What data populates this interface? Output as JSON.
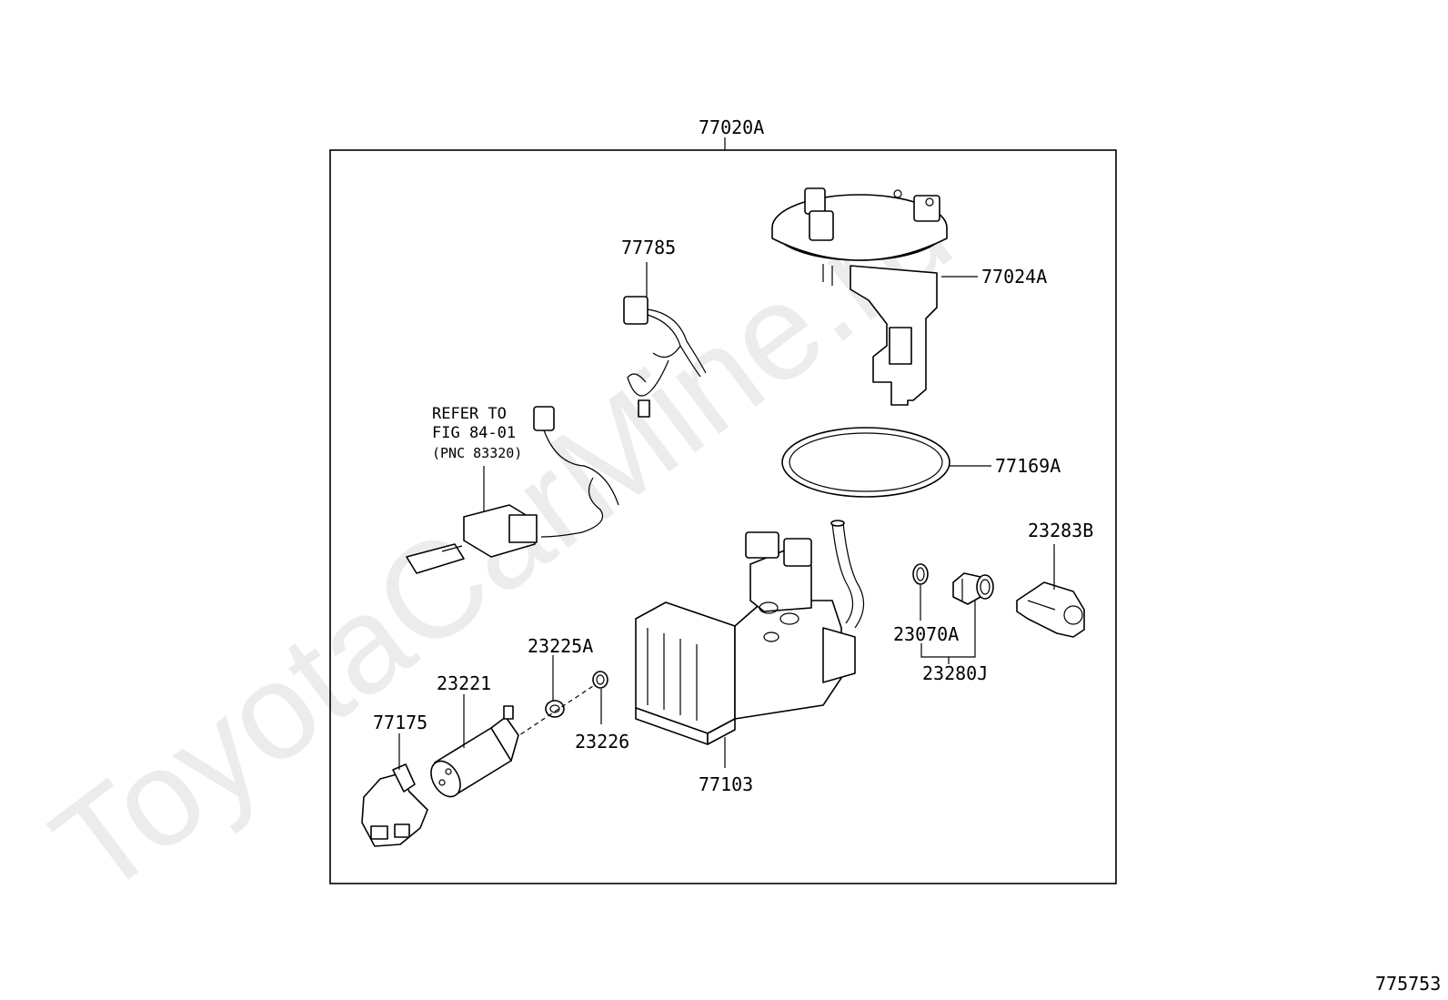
{
  "watermark": "ToyotaCarMine.ru",
  "figure_id": "775753",
  "assembly_label": "77020A",
  "parts": {
    "p77785": "77785",
    "p77024A": "77024A",
    "p77169A": "77169A",
    "p23283B": "23283B",
    "p23070A": "23070A",
    "p23280J": "23280J",
    "p23225A": "23225A",
    "p23221": "23221",
    "p77175": "77175",
    "p23226": "23226",
    "p77103": "77103"
  },
  "refer": {
    "line1": "REFER TO",
    "line2": "FIG 84-01",
    "line3": "(PNC 83320)"
  }
}
